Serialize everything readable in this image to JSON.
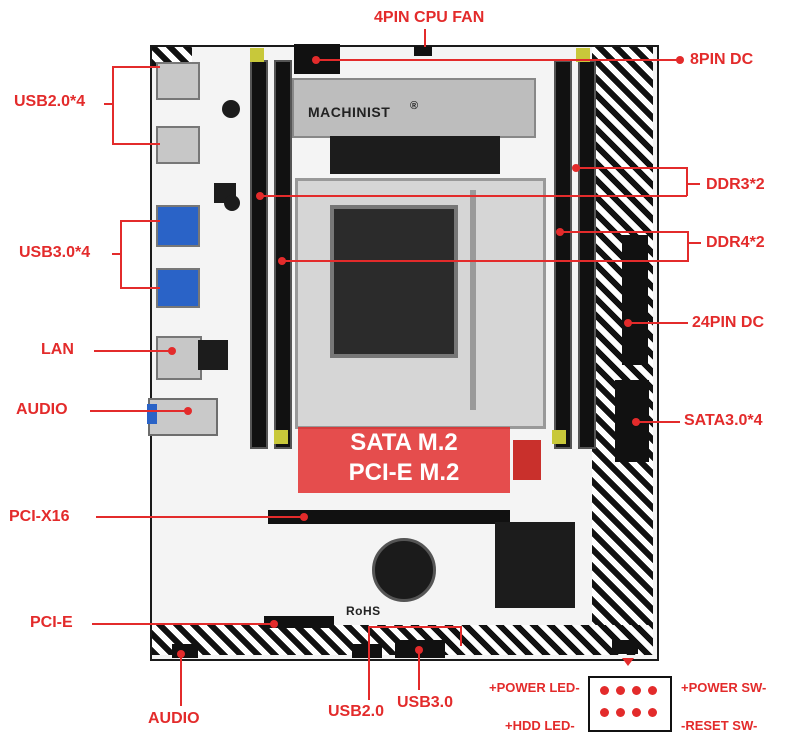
{
  "labels": {
    "cpu_fan": "4PIN CPU FAN",
    "dc8": "8PIN DC",
    "usb2_4": "USB2.0*4",
    "ddr3": "DDR3*2",
    "usb3_4": "USB3.0*4",
    "ddr4": "DDR4*2",
    "dc24": "24PIN DC",
    "lan": "LAN",
    "audio_left": "AUDIO",
    "sata": "SATA3.0*4",
    "pcix16": "PCI-X16",
    "pcie": "PCI-E",
    "audio_bottom": "AUDIO",
    "usb2_bottom": "USB2.0",
    "usb3_bottom": "USB3.0"
  },
  "overlay": {
    "line1": "SATA M.2",
    "line2": "PCI-E M.2"
  },
  "board": {
    "brand": "MACHINIST",
    "brand_overlay": "MACHINIST",
    "rohs": "RoHS"
  },
  "front_panel": {
    "power_led": "+POWER LED-",
    "power_sw": "+POWER SW-",
    "hdd_led": "+HDD LED-",
    "reset_sw": "-RESET SW-"
  },
  "colors": {
    "accent": "#e32b2b",
    "board": "#f4f4f4",
    "usb3_blue": "#2a63c7"
  }
}
